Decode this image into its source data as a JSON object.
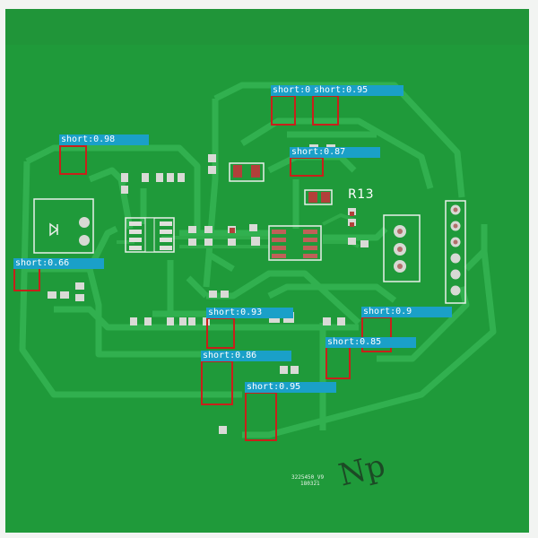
{
  "board": {
    "reference_designator": "R13",
    "code_line_1": "3225450_V9",
    "code_line_2": "180321",
    "handwriting": "Np"
  },
  "detections": [
    {
      "label": "short:0.98"
    },
    {
      "label": "short:0.66"
    },
    {
      "label": "short:0.",
      "label_full": "short:0."
    },
    {
      "label": "short:0.95"
    },
    {
      "label": "short:0.87"
    },
    {
      "label": "short:0.93"
    },
    {
      "label": "short:0.86"
    },
    {
      "label": "short:0.95"
    },
    {
      "label": "short:0.9"
    },
    {
      "label": "short:0.85"
    }
  ],
  "colors": {
    "board": "#1f9a3a",
    "trace": "#2fb04c",
    "pad": "#d9dad6",
    "box": "#c8201a",
    "label_bg": "#1aa0c8"
  }
}
